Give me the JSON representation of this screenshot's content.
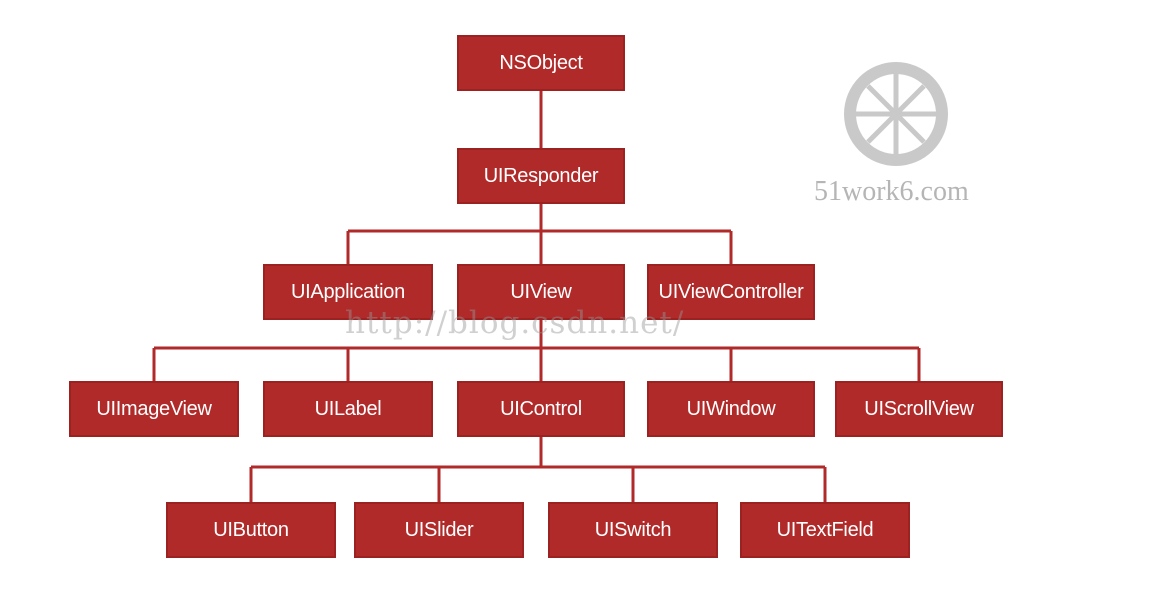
{
  "nodes": {
    "nsobject": "NSObject",
    "uiresponder": "UIResponder",
    "uiapplication": "UIApplication",
    "uiview": "UIView",
    "uiviewcontroller": "UIViewController",
    "uiimageview": "UIImageView",
    "uilabel": "UILabel",
    "uicontrol": "UIControl",
    "uiwindow": "UIWindow",
    "uiscrollview": "UIScrollView",
    "uibutton": "UIButton",
    "uislider": "UISlider",
    "uiswitch": "UISwitch",
    "uitextfield": "UITextField"
  },
  "edges": [
    [
      "nsobject",
      "uiresponder"
    ],
    [
      "uiresponder",
      "uiapplication"
    ],
    [
      "uiresponder",
      "uiview"
    ],
    [
      "uiresponder",
      "uiviewcontroller"
    ],
    [
      "uiview",
      "uiimageview"
    ],
    [
      "uiview",
      "uilabel"
    ],
    [
      "uiview",
      "uicontrol"
    ],
    [
      "uiview",
      "uiwindow"
    ],
    [
      "uiview",
      "uiscrollview"
    ],
    [
      "uicontrol",
      "uibutton"
    ],
    [
      "uicontrol",
      "uislider"
    ],
    [
      "uicontrol",
      "uiswitch"
    ],
    [
      "uicontrol",
      "uitextfield"
    ]
  ],
  "watermark": {
    "site": "51work6.com",
    "url": "http://blog.csdn.net/",
    "logo_icon": "orange-slice-logo-icon"
  },
  "colors": {
    "node_fill": "#b02a2a",
    "node_text": "#ffffff",
    "connector": "#b02a2a",
    "watermark": "#b5b5b5"
  }
}
